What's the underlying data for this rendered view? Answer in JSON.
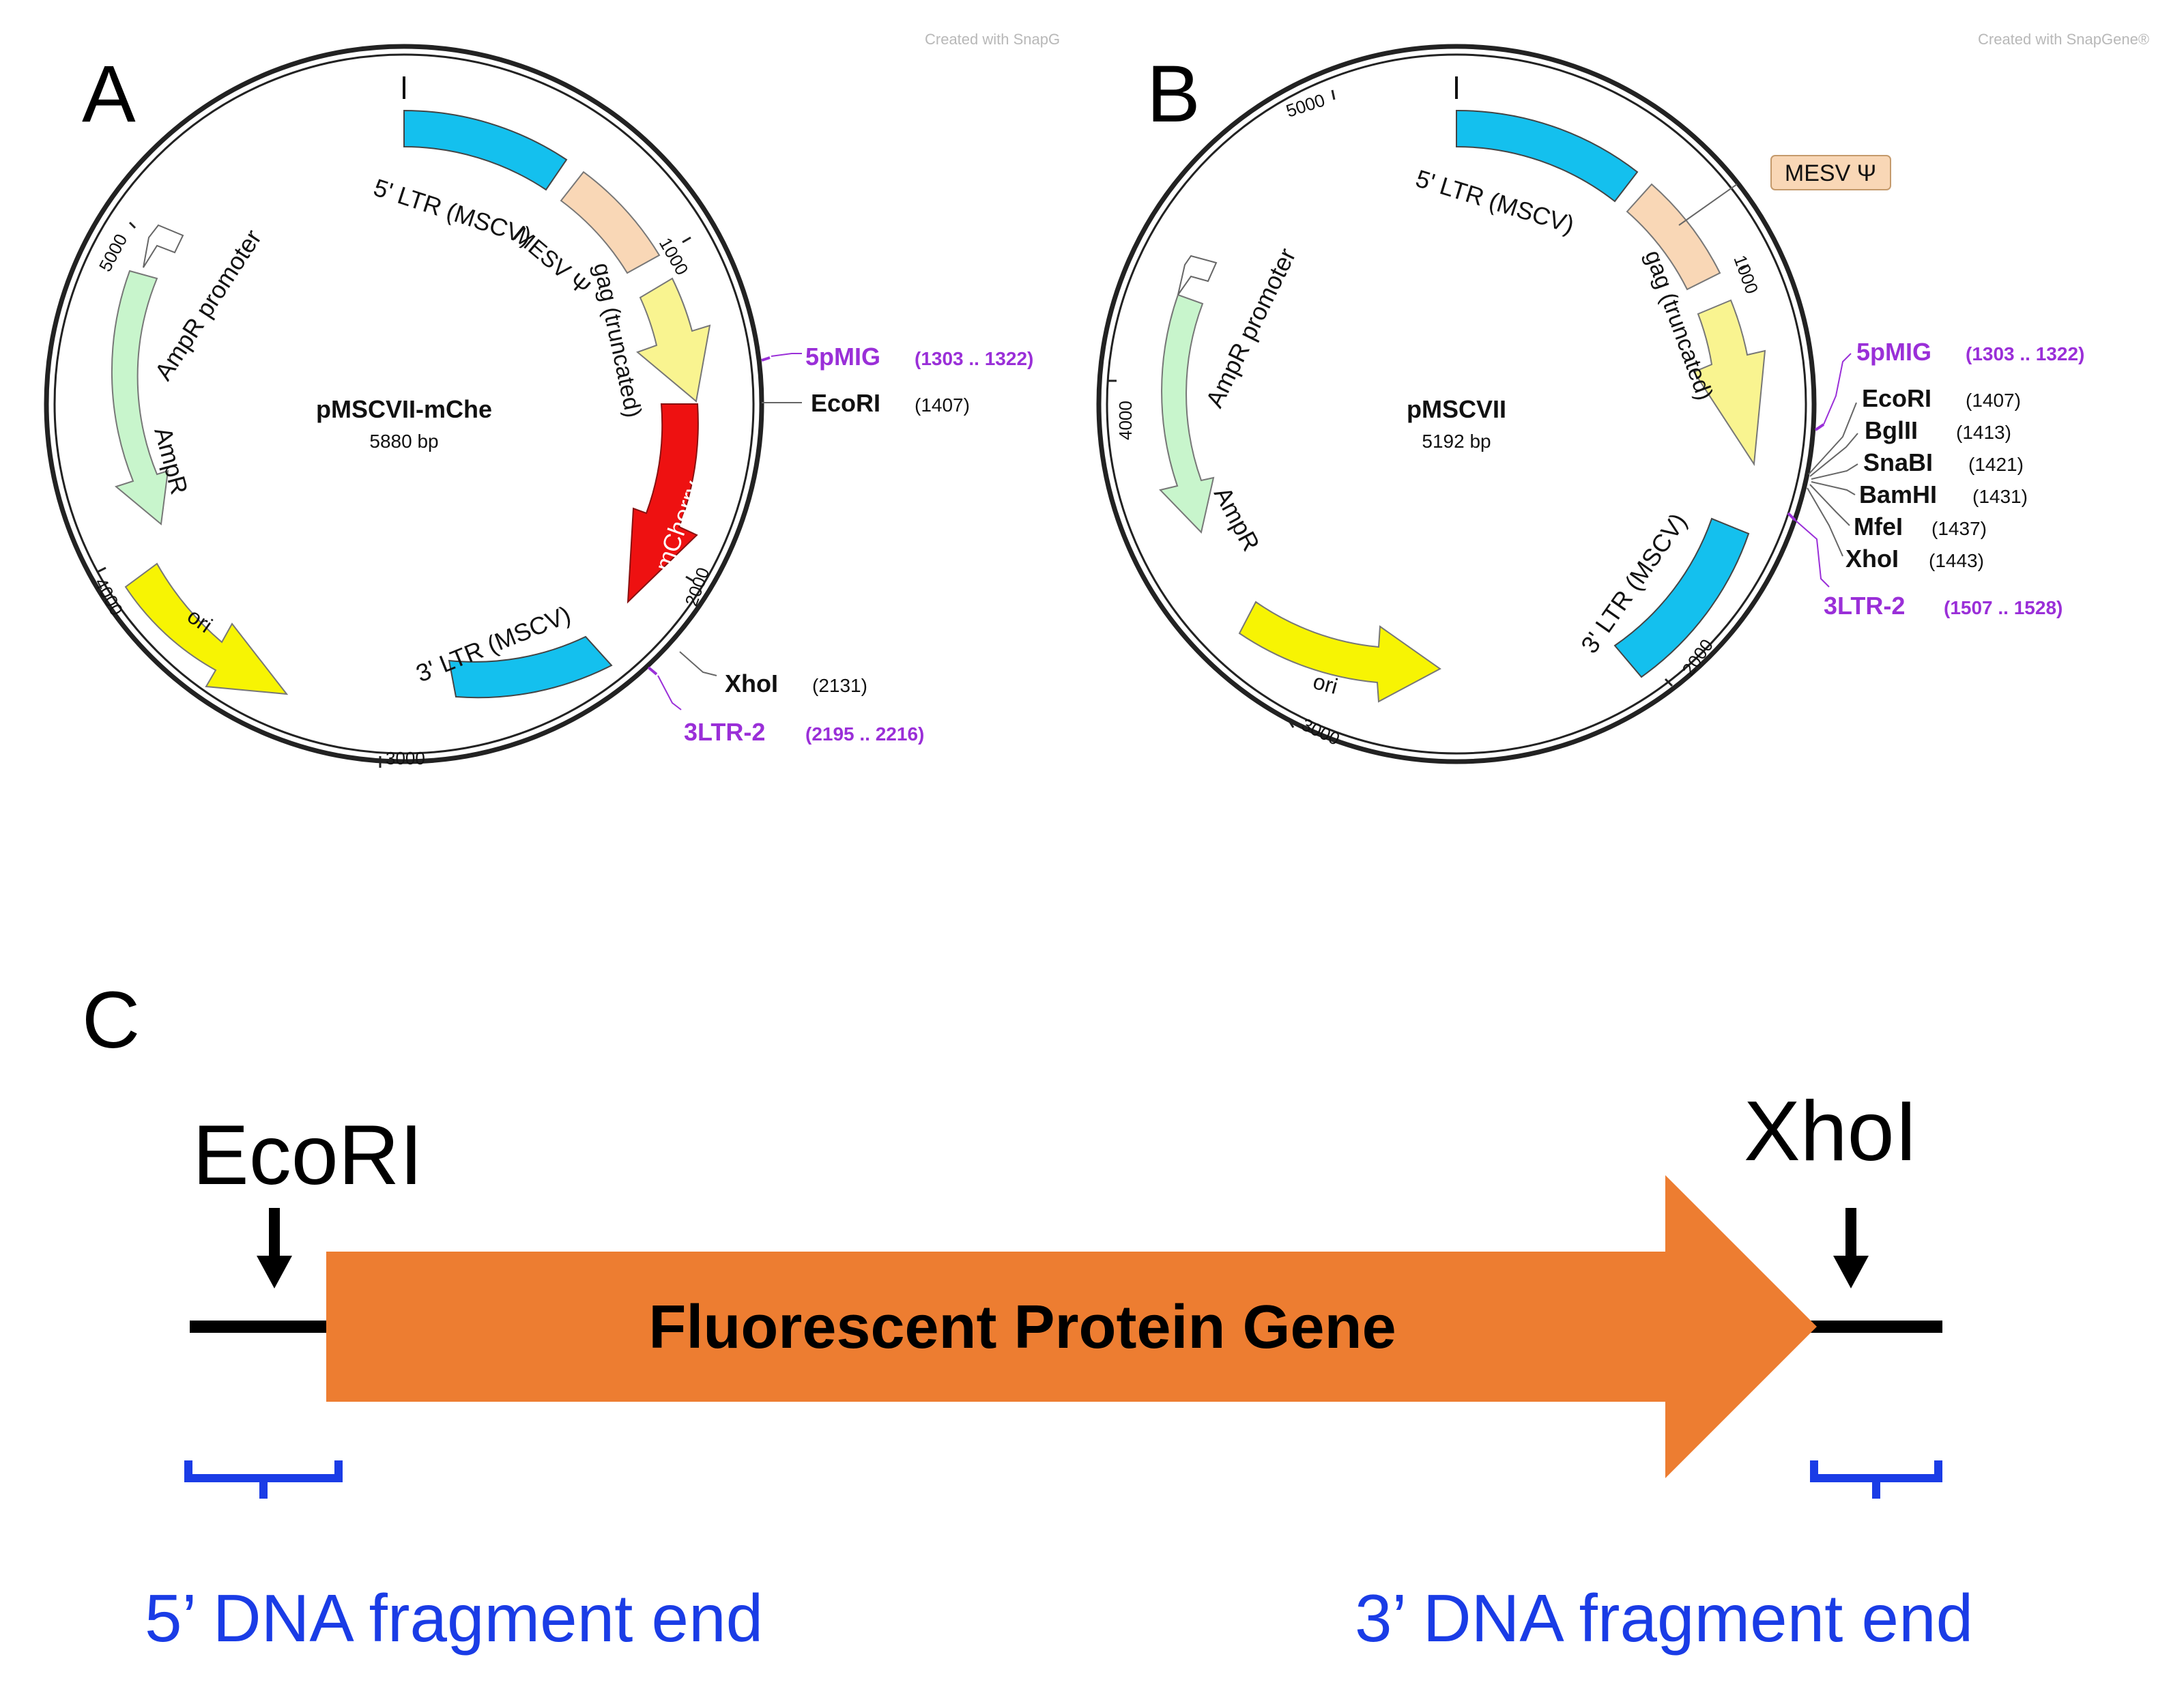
{
  "watermark": {
    "text_a": "Created with SnapG",
    "text_b": "Created with SnapGene®"
  },
  "panels": {
    "A": {
      "letter": "A",
      "name": "pMSCVII-mChe",
      "size": "5880 bp",
      "ticks": [
        "1000",
        "2000",
        "3000",
        "4000",
        "5000"
      ],
      "features": {
        "ltr5": "5' LTR (MSCV)",
        "mesv": "MESV Ψ",
        "gag": "gag (truncated)",
        "mcherry": "mCherry",
        "ltr3": "3' LTR (MSCV)",
        "ori": "ori",
        "ampr": "AmpR",
        "ampr_promoter": "AmpR promoter"
      },
      "sites": [
        {
          "name": "5pMIG",
          "pos": "(1303 .. 1322)",
          "kind": "primer"
        },
        {
          "name": "EcoRI",
          "pos": "(1407)",
          "kind": "enzyme"
        },
        {
          "name": "XhoI",
          "pos": "(2131)",
          "kind": "enzyme"
        },
        {
          "name": "3LTR-2",
          "pos": "(2195 .. 2216)",
          "kind": "primer"
        }
      ]
    },
    "B": {
      "letter": "B",
      "name": "pMSCVII",
      "size": "5192 bp",
      "ticks": [
        "1000",
        "2000",
        "3000",
        "4000",
        "5000"
      ],
      "features": {
        "ltr5": "5' LTR (MSCV)",
        "mesv": "MESV Ψ",
        "gag": "gag (truncated)",
        "ltr3": "3' LTR (MSCV)",
        "ori": "ori",
        "ampr": "AmpR",
        "ampr_promoter": "AmpR promoter"
      },
      "sites": [
        {
          "name": "5pMIG",
          "pos": "(1303 .. 1322)",
          "kind": "primer"
        },
        {
          "name": "EcoRI",
          "pos": "(1407)",
          "kind": "enzyme"
        },
        {
          "name": "BglII",
          "pos": "(1413)",
          "kind": "enzyme"
        },
        {
          "name": "SnaBI",
          "pos": "(1421)",
          "kind": "enzyme"
        },
        {
          "name": "BamHI",
          "pos": "(1431)",
          "kind": "enzyme"
        },
        {
          "name": "MfeI",
          "pos": "(1437)",
          "kind": "enzyme"
        },
        {
          "name": "XhoI",
          "pos": "(1443)",
          "kind": "enzyme"
        },
        {
          "name": "3LTR-2",
          "pos": "(1507 .. 1528)",
          "kind": "primer"
        }
      ]
    },
    "C": {
      "letter": "C",
      "ecori": "EcoRI",
      "xhoi": "XhoI",
      "gene": "Fluorescent Protein Gene",
      "end5": "5’ DNA fragment end",
      "end3": "3’ DNA fragment end"
    }
  },
  "colors": {
    "ltr": "#14c0ee",
    "mesv": "#f9d7b6",
    "gag": "#f9f490",
    "mcherry": "#ee1111",
    "ori": "#f7f403",
    "ampr": "#c8f5cc",
    "primer": "#9a2fd8",
    "gene": "#ed7d31",
    "bracket": "#1a3ce6",
    "fragment_text": "#1a3ce6"
  }
}
